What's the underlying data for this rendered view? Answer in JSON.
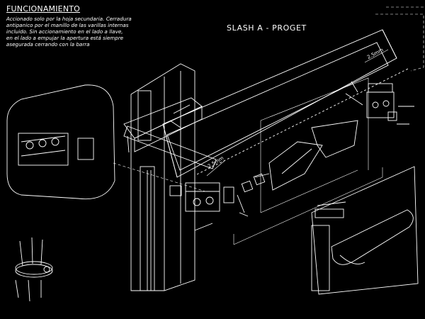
{
  "drawing": {
    "heading": "FUNCIONAMIENTO",
    "description_lines": [
      "Accionado solo por la hoja secundaria. Cerradura",
      "antipanico por el manillo de las varillas internas",
      "incluido. Sin accionamiento en el lado a llave,",
      "en el lado a empujar la apertura está siempre",
      "asegurada cerrando con la barra"
    ],
    "title": "SLASH A  -  PROGET",
    "dimension_labels": [
      "2.5mm",
      "2.5mm"
    ],
    "colors": {
      "background": "#000000",
      "lines": "#ffffff"
    }
  }
}
